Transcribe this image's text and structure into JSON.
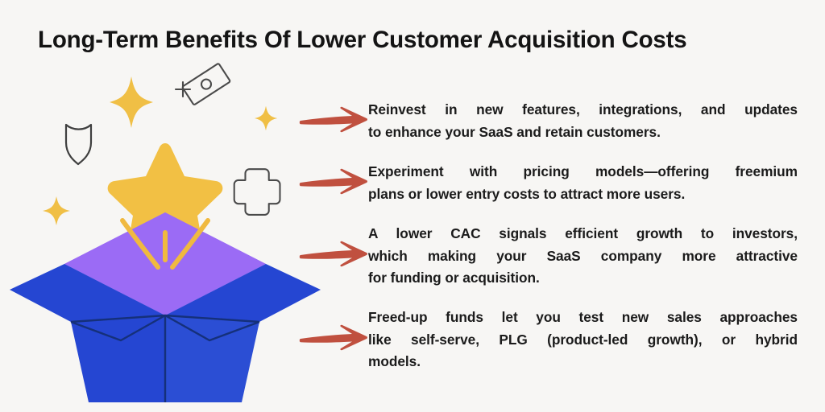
{
  "page": {
    "title": "Long-Term Benefits Of Lower Customer Acquisition Costs",
    "background_color": "#f7f6f4",
    "text_color": "#1b1b1b"
  },
  "illustration": {
    "name": "open-box-with-star",
    "colors": {
      "box_front": "#2546d2",
      "box_flap": "#2b4ed4",
      "box_interior": "#8f5cf0",
      "box_interior_light": "#9b6bf5",
      "box_outline": "#15307a",
      "star": "#f2c044",
      "burst_lines": "#f0b93f",
      "sparkle": "#f0bf45",
      "outline_icon": "#4a4a4a"
    },
    "decorations": [
      {
        "name": "sparkle-large",
        "label": "sparkle"
      },
      {
        "name": "banknote-icon",
        "label": "banknote"
      },
      {
        "name": "plus-mark-icon",
        "label": "plus"
      },
      {
        "name": "shield-icon",
        "label": "shield"
      },
      {
        "name": "sparkle-small-left",
        "label": "sparkle"
      },
      {
        "name": "cross-outline-icon",
        "label": "cross"
      },
      {
        "name": "sparkle-small-right",
        "label": "sparkle"
      }
    ]
  },
  "arrows": {
    "color": "#c0503f",
    "count": 4,
    "icon": "arrow-right-icon"
  },
  "benefits": [
    {
      "id": "benefit-reinvest",
      "text": "Reinvest in new features, integrations, and updates to enhance your SaaS and retain customers.",
      "lines": [
        "Reinvest in new features, integrations, and updates",
        "to enhance your SaaS and retain customers."
      ]
    },
    {
      "id": "benefit-pricing",
      "text": "Experiment with pricing models—offering freemium plans or lower entry costs to attract more users.",
      "lines": [
        "Experiment with pricing models—offering freemium",
        "plans or lower entry costs to attract more users."
      ]
    },
    {
      "id": "benefit-investors",
      "text": "A lower CAC signals efficient growth to investors, which making your SaaS company more attractive for funding or acquisition.",
      "lines": [
        "A lower CAC signals efficient growth to investors,",
        "which making your SaaS company more attractive",
        "for funding or acquisition."
      ]
    },
    {
      "id": "benefit-sales",
      "text": "Freed-up funds let you test new sales approaches like self-serve, PLG (product-led growth), or hybrid models.",
      "lines": [
        "Freed-up funds let you test new sales approaches",
        "like self-serve, PLG (product-led growth), or hybrid",
        "models."
      ]
    }
  ]
}
